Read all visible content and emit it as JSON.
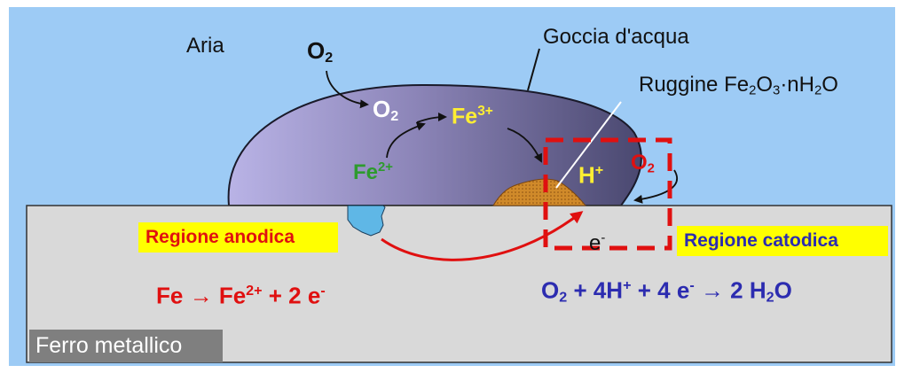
{
  "labels": {
    "aria": "Aria",
    "goccia": "Goccia d'acqua",
    "ruggine_prefix": "Ruggine Fe",
    "ruggine_sub1": "2",
    "ruggine_mid": "O",
    "ruggine_sub2": "3",
    "ruggine_dot": "·nH",
    "ruggine_sub3": "2",
    "ruggine_end": "O",
    "o2_air": "O",
    "o2_air_sub": "2",
    "o2_drop": "O",
    "o2_drop_sub": "2",
    "fe3": "Fe",
    "fe3_sup": "3+",
    "fe2": "Fe",
    "fe2_sup": "2+",
    "hplus": "H",
    "hplus_sup": "+",
    "o2_cat": "O",
    "o2_cat_sub": "2",
    "electron": "e",
    "electron_sup": "-",
    "regione_anodica": "Regione anodica",
    "regione_catodica": "Regione catodica",
    "eq_anodic": {
      "fe": "Fe",
      "arrow": "→",
      "fe2": "Fe",
      "fe2_sup": "2+",
      "rest": "+ 2 e",
      "rest_sup": "-"
    },
    "eq_cathodic": {
      "o2": "O",
      "o2_sub": "2",
      "p1": "+ 4H",
      "p1_sup": "+",
      "p2": "+ 4 e",
      "p2_sup": "-",
      "arrow": "→",
      "p3": "2 H",
      "p3_sub": "2",
      "p4": "O"
    },
    "ferro": "Ferro metallico"
  },
  "colors": {
    "sky": "#9dcbf5",
    "metal": "#d9d9d9",
    "red": "#e01010",
    "blue": "#2c2cb0",
    "green": "#2e9b2e",
    "yellow_text": "#ffee33",
    "highlight": "#ffff00",
    "rust": "#d08a2a",
    "pit": "#5fb7e6",
    "label_bg": "#7f7f7f"
  }
}
